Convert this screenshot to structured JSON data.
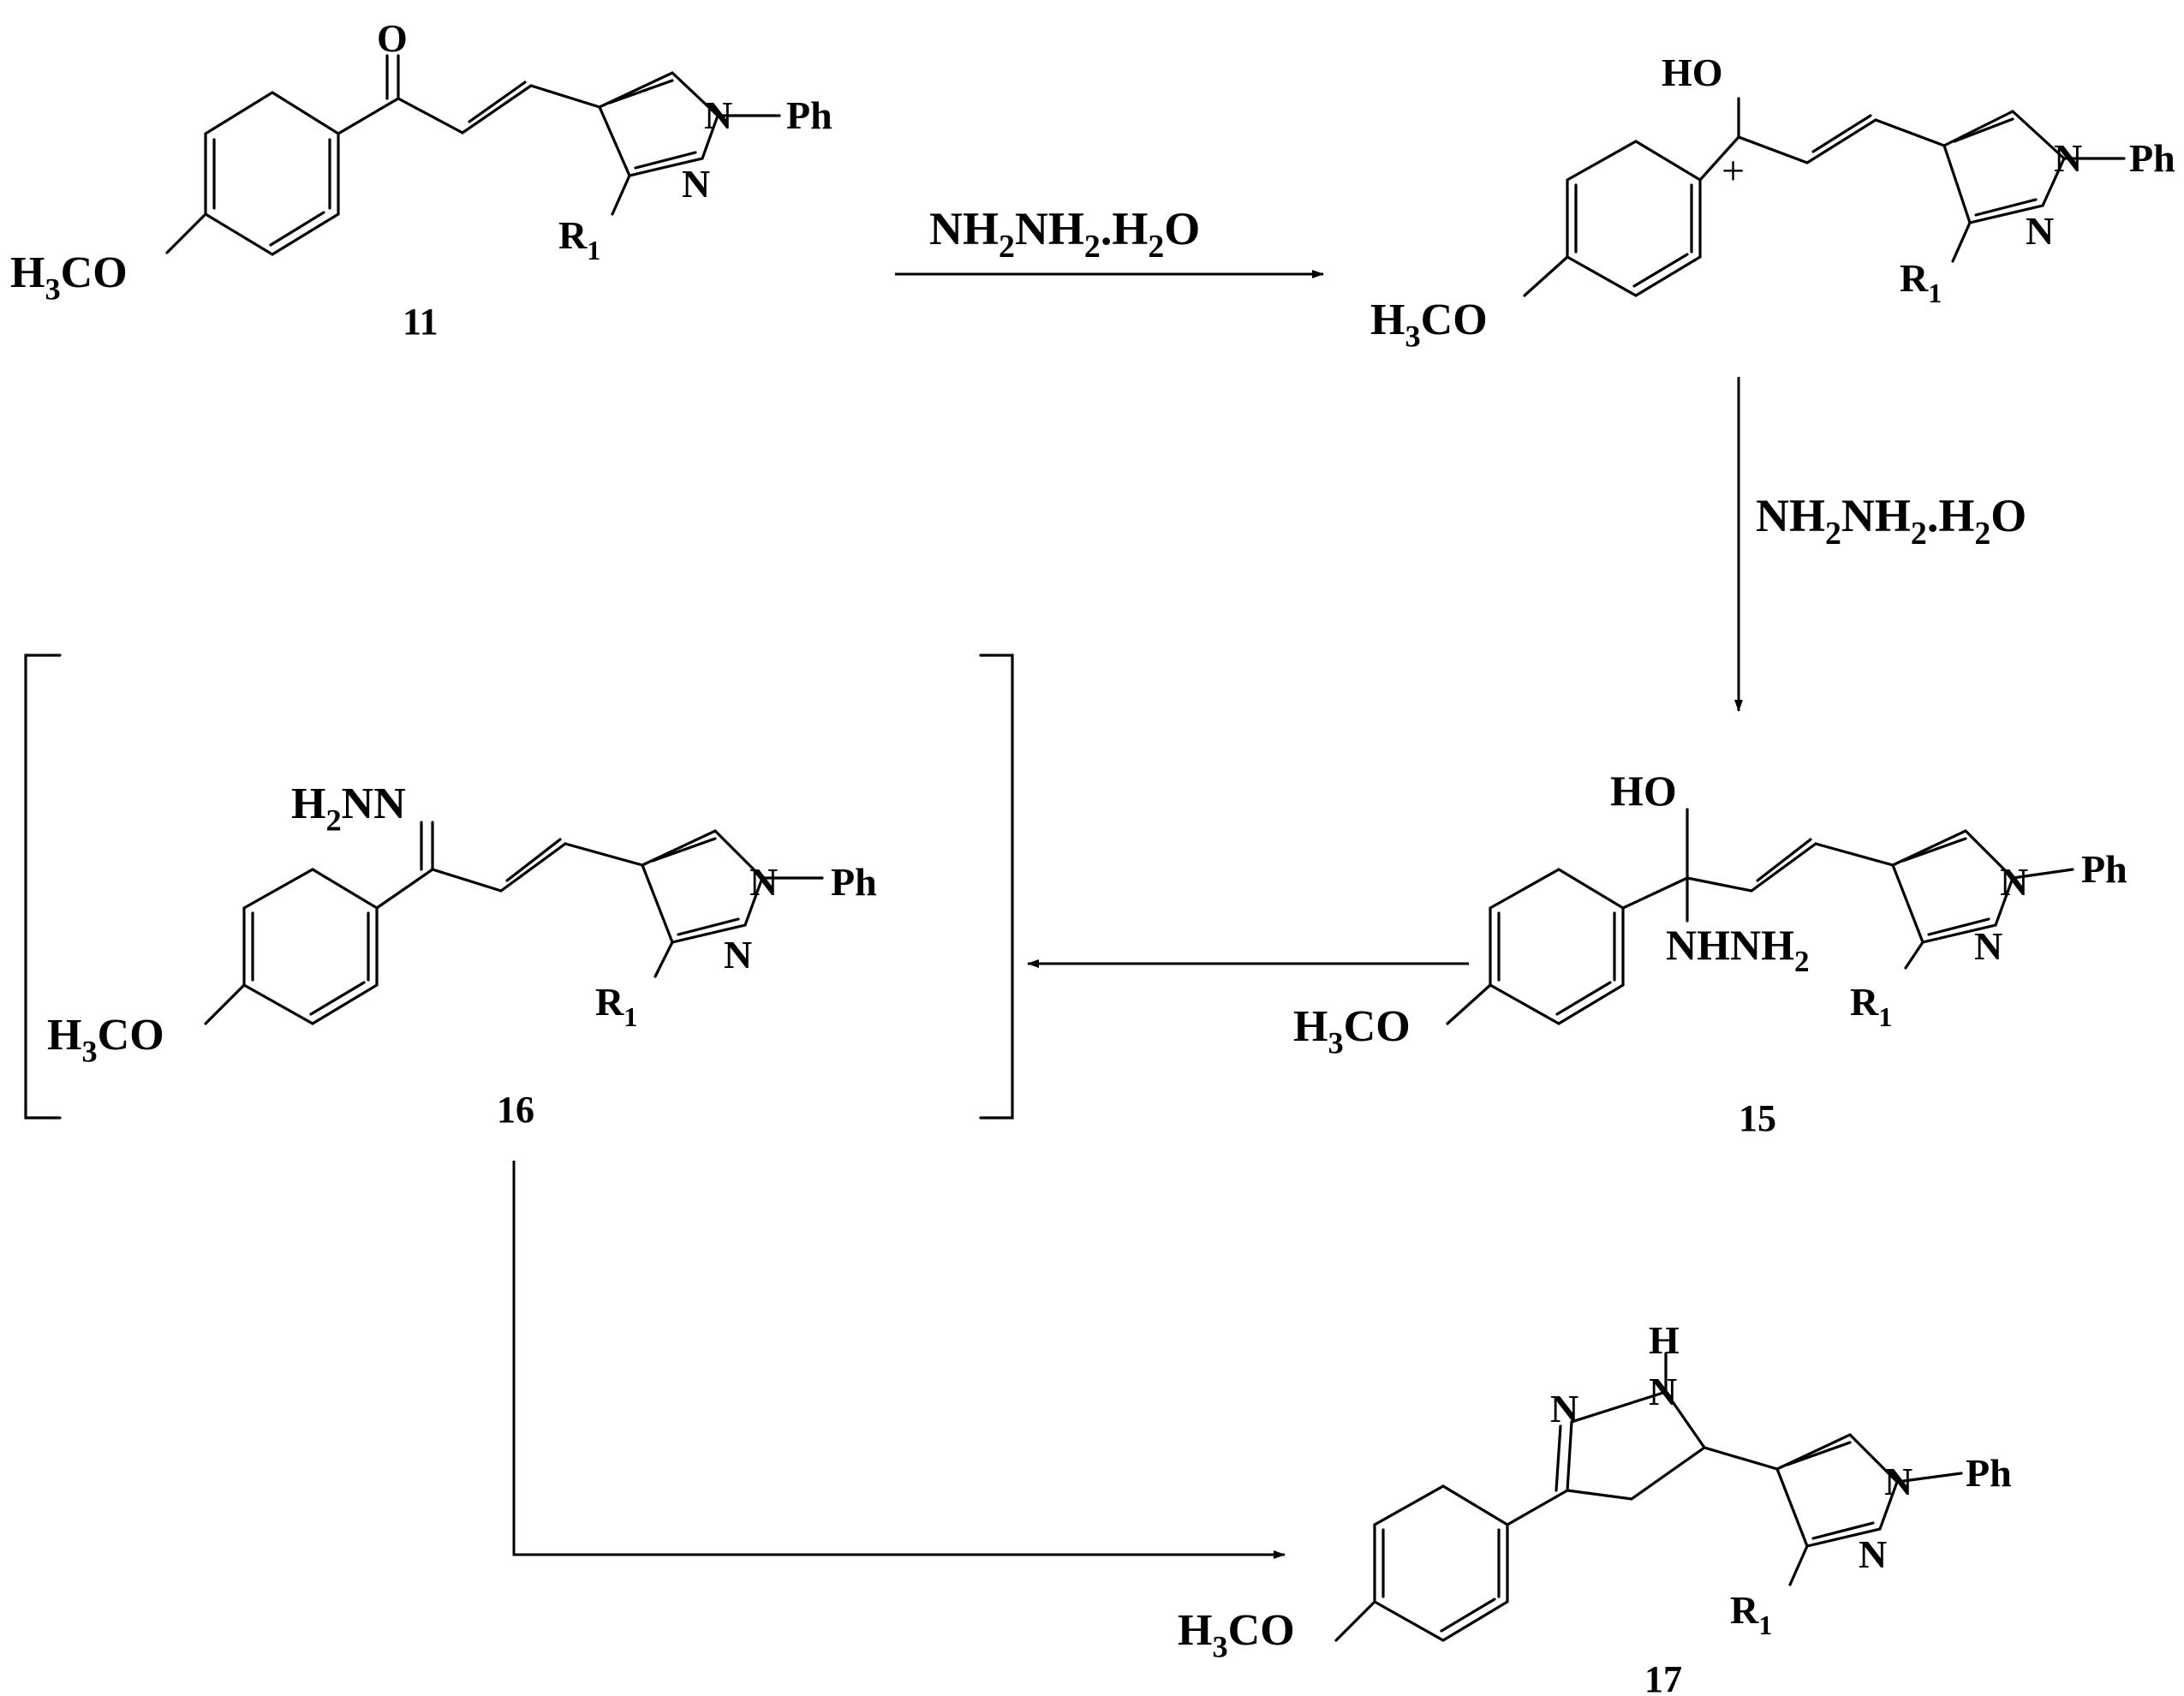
{
  "reagents": {
    "step1": "NH2NH2.H2O",
    "step2": "NH2NH2.H2O"
  },
  "compounds": {
    "c11": {
      "number": "11"
    },
    "c15": {
      "number": "15"
    },
    "c16": {
      "number": "16"
    },
    "c17": {
      "number": "17"
    }
  },
  "atom_labels": {
    "methoxy": "H3CO",
    "phenyl": "Ph",
    "r1": "R1",
    "nitrogen": "N",
    "oxygen": "O",
    "hydroxyl": "HO",
    "hydrazino": "NHNH2",
    "hydrazone": "H2NN",
    "hydrogen": "H",
    "plus": "+"
  },
  "colors": {
    "ink": "#000000",
    "background": "#ffffff"
  }
}
